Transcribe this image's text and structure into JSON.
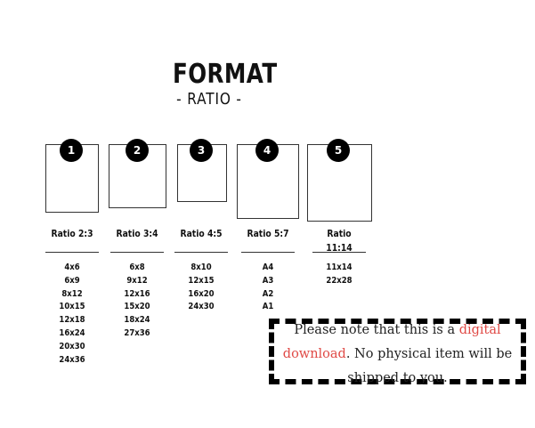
{
  "title": {
    "main": "FORMAT",
    "sub": "- RATIO -"
  },
  "columns": [
    {
      "number": "1",
      "label": "Ratio 2:3",
      "sizes": [
        "4x6",
        "6x9",
        "8x12",
        "10x15",
        "12x18",
        "16x24",
        "20x30",
        "24x36"
      ]
    },
    {
      "number": "2",
      "label": "Ratio 3:4",
      "sizes": [
        "6x8",
        "9x12",
        "12x16",
        "15x20",
        "18x24",
        "27x36"
      ]
    },
    {
      "number": "3",
      "label": "Ratio 4:5",
      "sizes": [
        "8x10",
        "12x15",
        "16x20",
        "24x30"
      ]
    },
    {
      "number": "4",
      "label": "Ratio 5:7",
      "sizes": [
        "A4",
        "A3",
        "A2",
        "A1"
      ]
    },
    {
      "number": "5",
      "label": "Ratio 11:14",
      "sizes": [
        "11x14",
        "22x28"
      ]
    }
  ],
  "notice": {
    "before": "Please note that this is a ",
    "highlight_1": "digital",
    "space": " ",
    "highlight_2": "download",
    "after": ". No physical item will be shipped to you."
  },
  "colors": {
    "highlight": "#e04a46",
    "badge": "#000000"
  }
}
